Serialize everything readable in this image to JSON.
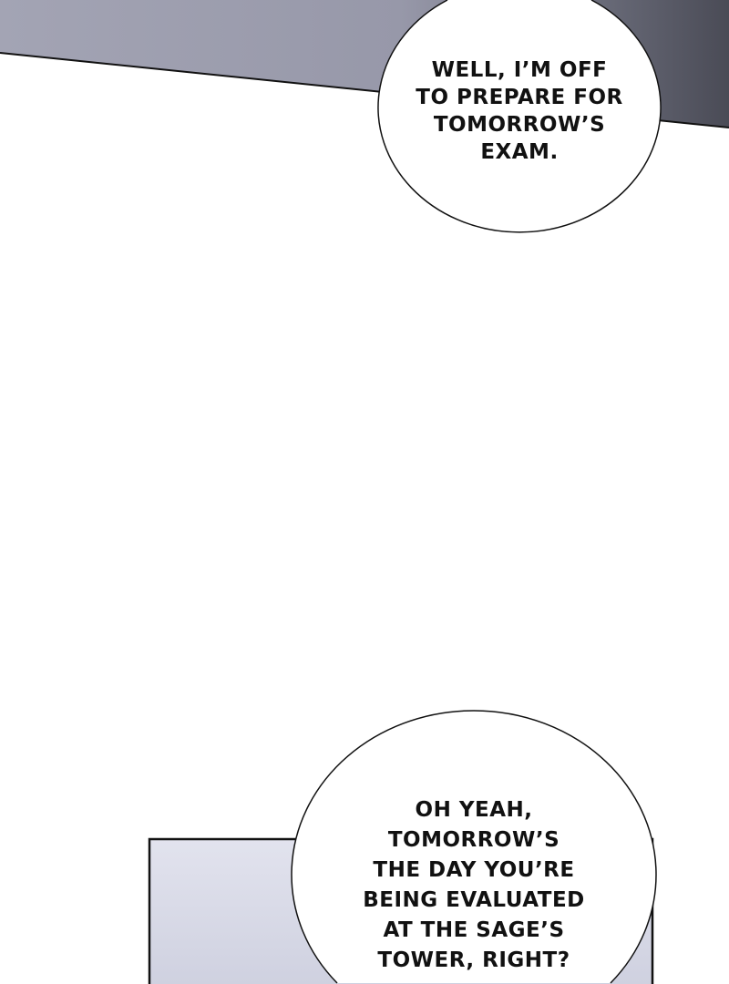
{
  "panels": {
    "top": {
      "color": "#9a9bab",
      "shade": "#5e606e"
    },
    "bottom": {
      "color": "#dcdeea"
    }
  },
  "bubbles": [
    {
      "lines": [
        "WELL, I’M OFF",
        "TO PREPARE FOR",
        "TOMORROW’S",
        "EXAM."
      ]
    },
    {
      "lines": [
        "OH YEAH,",
        "TOMORROW’S",
        "THE DAY YOU’RE",
        "BEING EVALUATED",
        "AT THE SAGE’S",
        "TOWER, RIGHT?"
      ]
    }
  ]
}
